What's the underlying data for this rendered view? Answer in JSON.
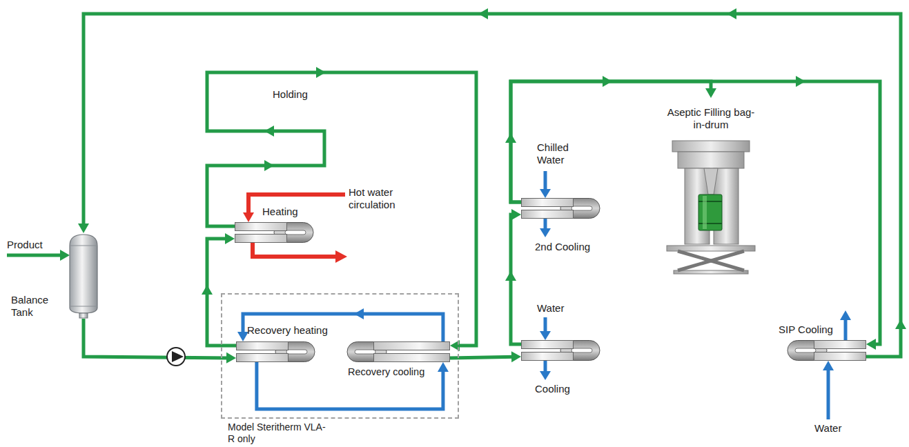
{
  "diagram": {
    "nodes": [
      {
        "text": [
          "Balance Tank"
        ]
      },
      {
        "text": [
          "Model Steritherm VLA-R only"
        ]
      },
      {
        "text": [
          "Recovery heating"
        ],
        "in": 1
      },
      {
        "text": [
          "Recovery cooling"
        ],
        "in": 1
      },
      {
        "text": [
          "Heating"
        ]
      },
      {
        "text": [
          "Cooling"
        ]
      },
      {
        "text": [
          "2nd Cooling"
        ]
      },
      {
        "text": [
          "Aseptic Filling bag-in-drum"
        ]
      },
      {
        "text": [
          "SIP Cooling"
        ]
      }
    ],
    "edges": [
      {
        "from": 0,
        "to": 2,
        "arrow": "to"
      },
      {
        "from": 2,
        "to": 4,
        "arrow": "to"
      },
      {
        "from": 4,
        "to": 3,
        "arrow": "to"
      },
      {
        "from": 3,
        "to": 5,
        "arrow": "to"
      },
      {
        "from": 5,
        "to": 6,
        "arrow": "to"
      },
      {
        "from": 6,
        "to": 7,
        "arrow": "to"
      },
      {
        "from": 6,
        "to": 8,
        "arrow": "to"
      },
      {
        "from": 8,
        "to": 0,
        "arrow": "to"
      },
      {
        "from": 3,
        "to": 2,
        "arrow": "to"
      },
      {
        "from": 2,
        "to": 3,
        "arrow": "to"
      }
    ],
    "labels": [
      "Product",
      "Holding",
      "Hot water circulation",
      "Chilled Water",
      "Water",
      "Water"
    ]
  }
}
